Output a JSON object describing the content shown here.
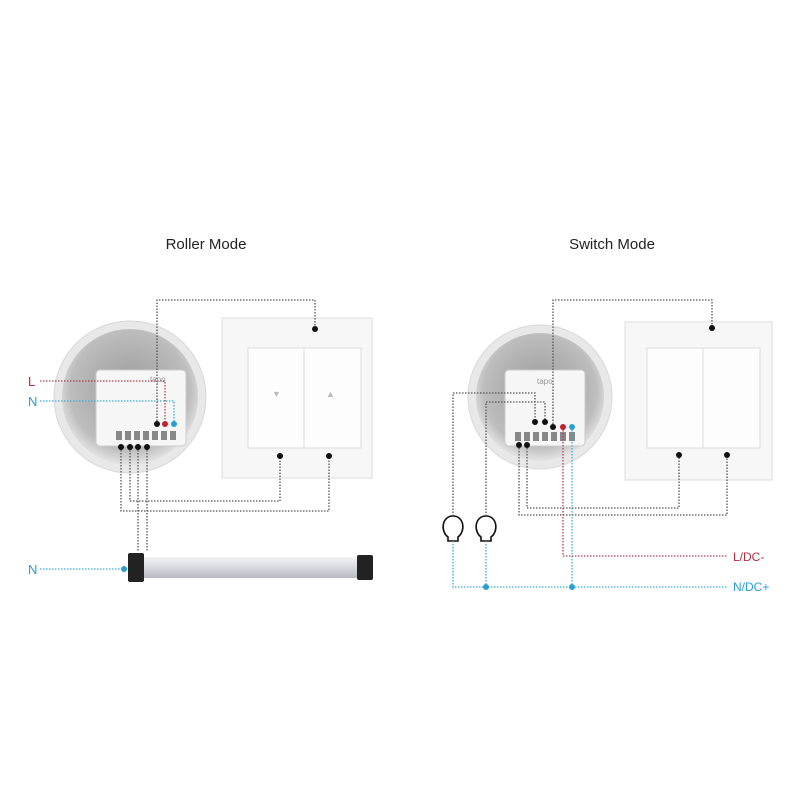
{
  "roller_mode": {
    "title": "Roller Mode",
    "labels": {
      "live": "L",
      "neutral": "N",
      "motor_neutral": "N"
    },
    "module_brand": "tapo",
    "switch_arrows": [
      "▼",
      "▲"
    ]
  },
  "switch_mode": {
    "title": "Switch Mode",
    "labels": {
      "live": "L/DC-",
      "neutral": "N/DC+"
    },
    "module_brand": "tapo"
  },
  "colors": {
    "live": "#b03040",
    "neutral": "#2a9fd0",
    "wire": "#444444"
  }
}
